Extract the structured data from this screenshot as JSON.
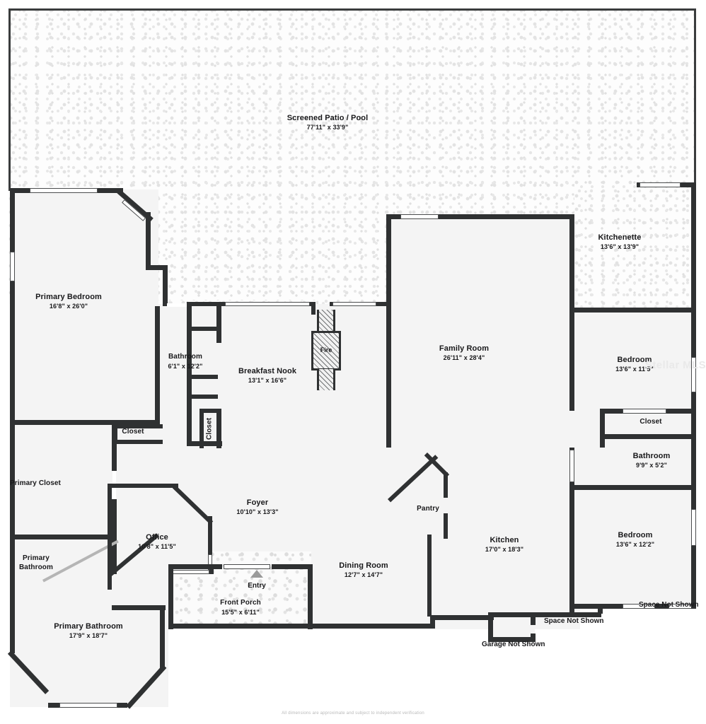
{
  "document": {
    "type": "residential-floor-plan",
    "footer_note": "All dimensions are approximate and subject to independent verification",
    "watermark": "Stellar MLS"
  },
  "rooms": [
    {
      "key": "screened_patio",
      "name": "Screened Patio / Pool",
      "dimensions": "77'11\" x 33'9\""
    },
    {
      "key": "primary_bedroom",
      "name": "Primary Bedroom",
      "dimensions": "16'8\" x 26'0\""
    },
    {
      "key": "bathroom_hall",
      "name": "Bathroom",
      "dimensions": "6'1\" x 12'2\""
    },
    {
      "key": "breakfast_nook",
      "name": "Breakfast Nook",
      "dimensions": "13'1\" x 16'6\""
    },
    {
      "key": "family_room",
      "name": "Family Room",
      "dimensions": "26'11\" x 28'4\""
    },
    {
      "key": "kitchenette",
      "name": "Kitchenette",
      "dimensions": "13'6\" x 13'9\""
    },
    {
      "key": "bedroom_2",
      "name": "Bedroom",
      "dimensions": "13'6\" x 11'5\""
    },
    {
      "key": "bathroom_2",
      "name": "Bathroom",
      "dimensions": "9'9\" x 5'2\""
    },
    {
      "key": "bedroom_3",
      "name": "Bedroom",
      "dimensions": "13'6\" x 12'2\""
    },
    {
      "key": "kitchen",
      "name": "Kitchen",
      "dimensions": "17'0\" x 18'3\""
    },
    {
      "key": "dining_room",
      "name": "Dining Room",
      "dimensions": "12'7\" x 14'7\""
    },
    {
      "key": "foyer",
      "name": "Foyer",
      "dimensions": "10'10\" x 13'3\""
    },
    {
      "key": "office",
      "name": "Office",
      "dimensions": "10'8\" x 11'5\""
    },
    {
      "key": "front_porch",
      "name": "Front Porch",
      "dimensions": "15'5\" x 6'11\""
    },
    {
      "key": "primary_bathroom_main",
      "name": "Primary Bathroom",
      "dimensions": "17'9\" x 18'7\""
    }
  ],
  "unsized_rooms": [
    {
      "key": "primary_closet",
      "name": "Primary Closet"
    },
    {
      "key": "primary_bathroom_small",
      "name": "Primary\nBathroom"
    },
    {
      "key": "closet_hall",
      "name": "Closet"
    },
    {
      "key": "closet_vertical",
      "name": "Closet"
    },
    {
      "key": "closet_bedroom",
      "name": "Closet"
    },
    {
      "key": "pantry",
      "name": "Pantry"
    },
    {
      "key": "fireplace",
      "name": "Fire"
    }
  ],
  "markers": {
    "entry_label": "Entry",
    "entry_arrow_icon": "triangle-up-icon"
  },
  "notes": [
    {
      "key": "garage_not_shown",
      "text": "Garage Not Shown"
    },
    {
      "key": "space_not_shown_center",
      "text": "Space Not Shown"
    },
    {
      "key": "space_not_shown_right",
      "text": "Space Not Shown"
    }
  ],
  "colors": {
    "wall": "#2f3132",
    "interior_fill": "#f4f4f4",
    "paving_fill": "#fdfdfd",
    "text": "#19191b",
    "entry_arrow": "#9a9a9a",
    "watermark": "#e9e9e9",
    "footer_text": "#b9b9b9"
  }
}
